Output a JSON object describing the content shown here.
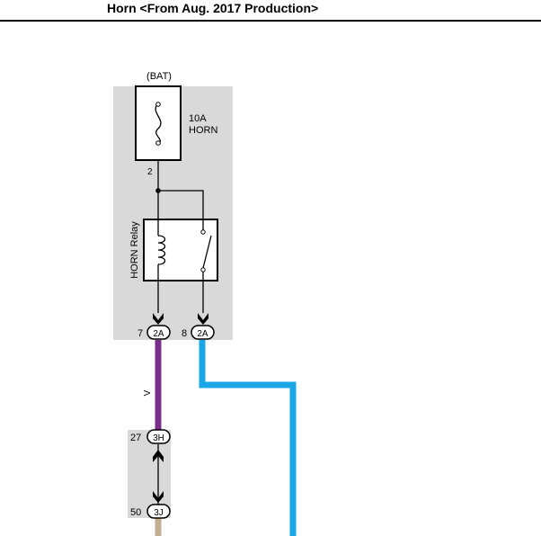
{
  "header": {
    "title": "Horn <From Aug. 2017 Production>"
  },
  "diagram": {
    "power_source": "(BAT)",
    "fuse": {
      "rating": "10A",
      "name": "HORN",
      "pin": "2"
    },
    "relay": {
      "label": "HORN Relay"
    },
    "connectors": [
      {
        "pin": "7",
        "code": "2A"
      },
      {
        "pin": "8",
        "code": "2A"
      },
      {
        "pin": "27",
        "code": "3H"
      },
      {
        "pin": "50",
        "code": "3J"
      }
    ],
    "wire_color_label": "V"
  },
  "colors": {
    "junction_box_fill": "#d9d9d9",
    "wire_violet": "#7b2d8e",
    "wire_blue": "#1aa7e8",
    "wire_tan": "#c2ae93",
    "line_black": "#000000"
  }
}
